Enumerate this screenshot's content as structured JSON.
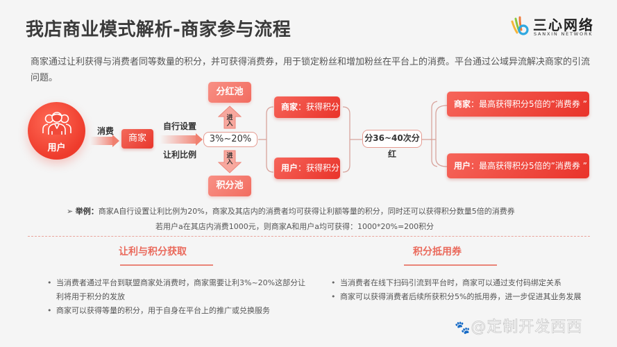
{
  "header": {
    "title": "我店商业模式解析-商家参与流程",
    "logo": {
      "cn": "三心网络",
      "en": "SANXIN NETWORK",
      "icon": "sanxin-logo-icon"
    }
  },
  "intro": "商家通过让利获得与消费者同等数量的积分，并可获得消费券，用于锁定粉丝和增加粉丝在平台上的消费。平台通过公域异流解决商家的引流问题。",
  "flow": {
    "user": {
      "label": "用户",
      "icon": "users-group-icon"
    },
    "consume_label": "消费",
    "merchant": "商家",
    "setting_top": "自行设置",
    "setting_bottom": "让利比例",
    "ratio": "3%~20%",
    "pool_top": "分红池",
    "pool_bottom": "积分池",
    "enter_label": "进入",
    "merchant_points": {
      "role": "商家",
      "sep": "：",
      "text": "获得积分"
    },
    "user_points": {
      "role": "用户",
      "sep": "：",
      "text": "获得积分"
    },
    "dividend": "分36~40次分红",
    "merchant_voucher": {
      "role": "商家",
      "sep": "：",
      "text": "最高获得积分5倍的”消费券 ”"
    },
    "user_voucher": {
      "role": "用户",
      "sep": "：",
      "text": "最高获得积分5倍的”消费券 ”"
    }
  },
  "example": {
    "marker": "➢",
    "label": "举例",
    "colon": "：",
    "line1": "商家A自行设置让利比例为20%，商家及其店内的消费者均可获得让利额等量的积分，同时还可以获得积分数量5倍的消费券",
    "line2": "若用户a在其店内消费1000元，则商家A和用户a均可获得：1000*20%=200积分"
  },
  "sections": [
    {
      "title": "让利与积分获取",
      "bullets": [
        "当消费者通过平台到联盟商家处消费时，商家需要让利3%~20%这部分让利将用于积分的发放",
        "商家可以获得等量的积分，用于自身在平台上的推广或兑换服务"
      ]
    },
    {
      "title": "积分抵用券",
      "bullets": [
        "当消费者在线下扫码引流到平台时，商家可以通过支付码绑定关系",
        "商家可以获得消费者后续所获积分5%的抵用券，进一步促进其业务发展"
      ]
    }
  ],
  "watermark": "@定制开发西西",
  "colors": {
    "accent": "#ea3b2e",
    "accent_light": "#f28a7c",
    "section_title": "#ea6a5c"
  }
}
